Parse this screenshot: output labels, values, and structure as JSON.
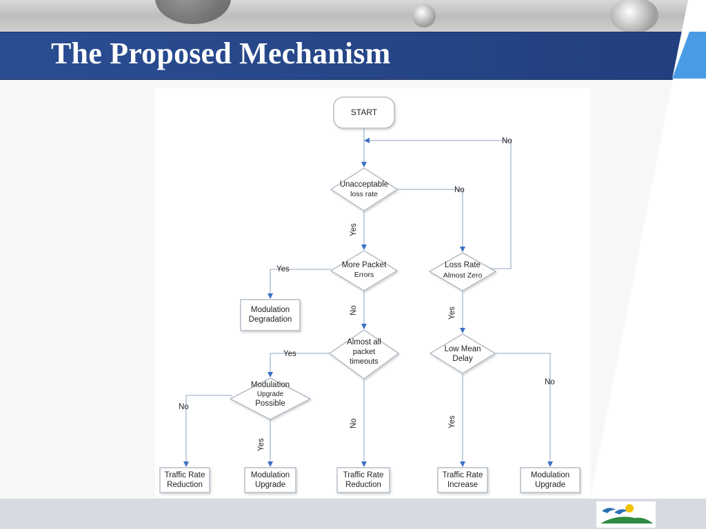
{
  "slide": {
    "title": "The Proposed Mechanism"
  },
  "flowchart": {
    "start": "START",
    "decisions": {
      "unacceptable_loss": [
        "Unacceptable",
        "loss rate"
      ],
      "more_packet_errors": [
        "More Packet",
        "Errors"
      ],
      "loss_rate_almost_zero": [
        "Loss Rate",
        "Almost Zero"
      ],
      "almost_all_timeouts": [
        "Almost all",
        "packet",
        "timeouts"
      ],
      "low_mean_delay": [
        "Low Mean",
        "Delay"
      ],
      "modulation_upgrade_possible": [
        "Modulation",
        "Upgrade",
        "Possible"
      ]
    },
    "processes": {
      "modulation_degradation": [
        "Modulation",
        "Degradation"
      ],
      "traffic_rate_reduction_1": [
        "Traffic Rate",
        "Reduction"
      ],
      "modulation_upgrade_1": [
        "Modulation",
        "Upgrade"
      ],
      "traffic_rate_reduction_2": [
        "Traffic Rate",
        "Reduction"
      ],
      "traffic_rate_increase": [
        "Traffic Rate",
        "Increase"
      ],
      "modulation_upgrade_2": [
        "Modulation",
        "Upgrade"
      ]
    },
    "edge_labels": {
      "yes": "Yes",
      "no": "No"
    }
  },
  "colors": {
    "title_bar": "#2a4d92",
    "line": "#a6b8cc",
    "arrow": "#3a6fc4",
    "node_border": "#a9b4bf",
    "text": "#222222"
  }
}
